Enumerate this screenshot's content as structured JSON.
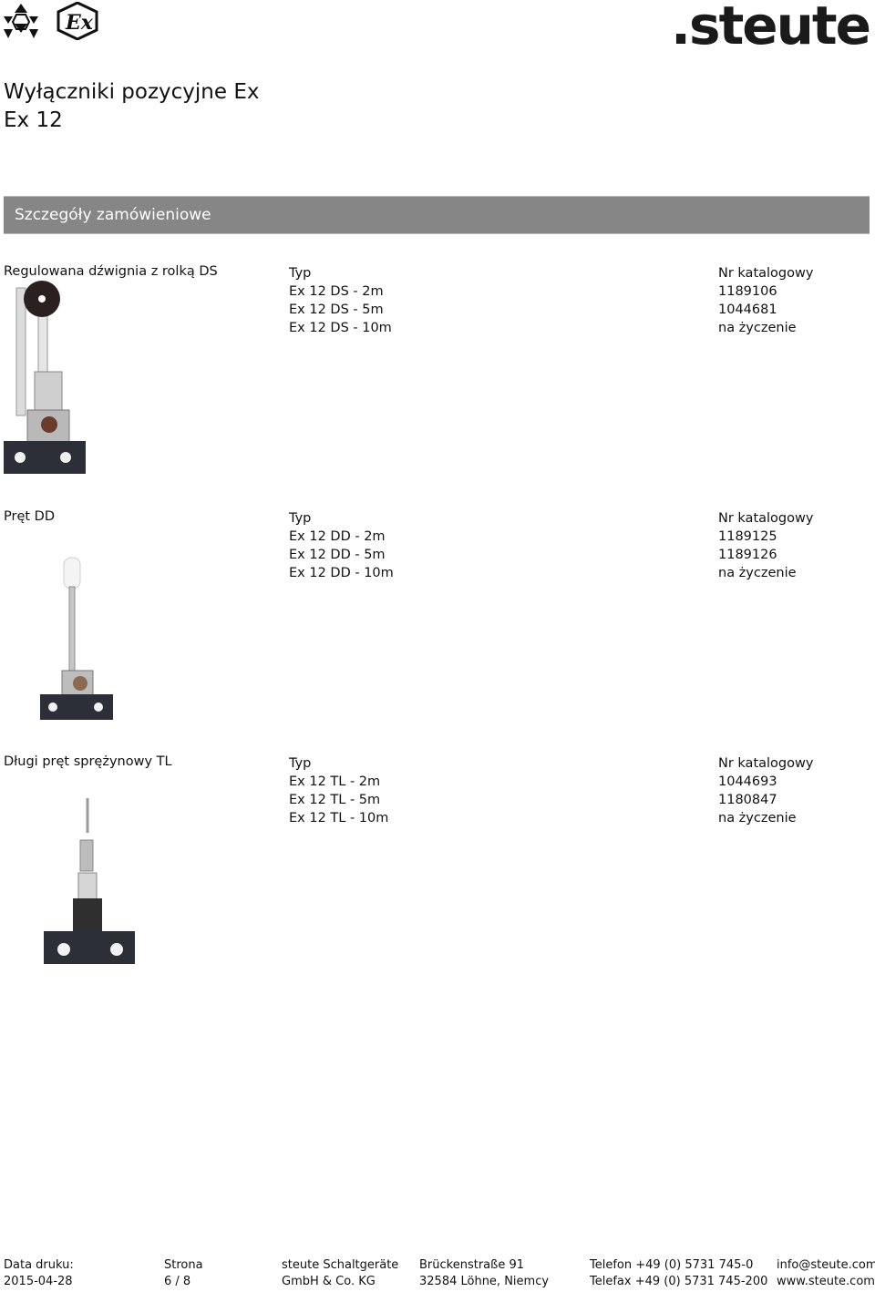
{
  "header": {
    "brand": ".steute",
    "icons": [
      "atex-hexagon-icon",
      "ex-mark-icon"
    ]
  },
  "title": {
    "line1": "Wyłączniki pozycyjne Ex",
    "line2": "Ex 12"
  },
  "section": {
    "heading": "Szczegóły zamówieniowe"
  },
  "products": [
    {
      "name": "Regulowana dźwignia z rolką DS",
      "type_header": "Typ",
      "catalog_header": "Nr katalogowy",
      "types": [
        "Ex 12 DS - 2m",
        "Ex 12 DS - 5m",
        "Ex 12 DS - 10m"
      ],
      "catalog": [
        "1189106",
        "1044681",
        "na życzenie"
      ]
    },
    {
      "name": "Pręt DD",
      "type_header": "Typ",
      "catalog_header": "Nr katalogowy",
      "types": [
        "Ex 12 DD - 2m",
        "Ex 12 DD - 5m",
        "Ex 12 DD - 10m"
      ],
      "catalog": [
        "1189125",
        "1189126",
        "na życzenie"
      ]
    },
    {
      "name": "Długi pręt sprężynowy TL",
      "type_header": "Typ",
      "catalog_header": "Nr katalogowy",
      "types": [
        "Ex 12 TL - 2m",
        "Ex 12 TL - 5m",
        "Ex 12 TL - 10m"
      ],
      "catalog": [
        "1044693",
        "1180847",
        "na życzenie"
      ]
    }
  ],
  "footer": {
    "print_date_label": "Data druku:",
    "print_date": "2015-04-28",
    "page_label": "Strona",
    "page": "6 / 8",
    "company1": "steute Schaltgeräte",
    "company2": "GmbH & Co. KG",
    "street": "Brückenstraße 91",
    "city": "32584 Löhne, Niemcy",
    "phone": "Telefon  +49 (0) 5731 745-0",
    "fax": "Telefax  +49 (0) 5731 745-200",
    "email": "info@steute.com",
    "web": "www.steute.com"
  }
}
